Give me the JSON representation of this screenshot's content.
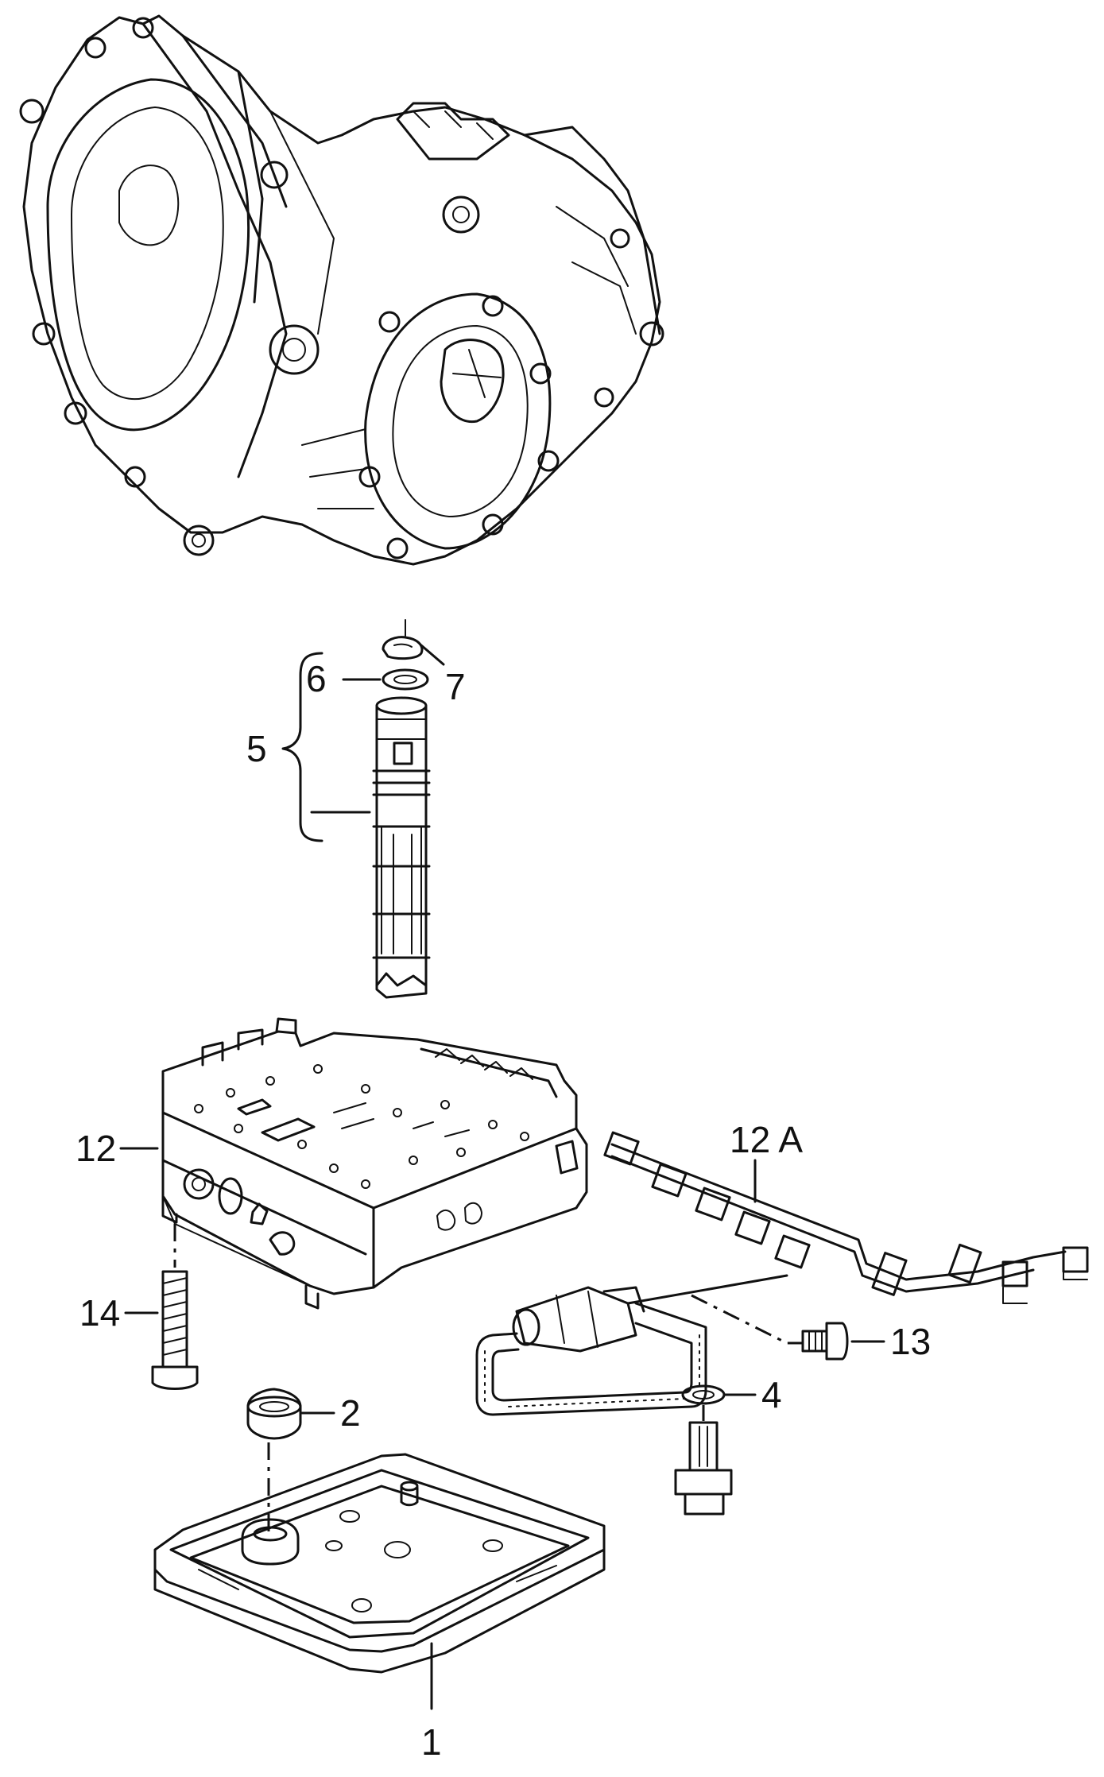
{
  "callouts": [
    {
      "id": "1",
      "label": "1"
    },
    {
      "id": "2",
      "label": "2"
    },
    {
      "id": "4",
      "label": "4"
    },
    {
      "id": "5",
      "label": "5"
    },
    {
      "id": "6",
      "label": "6"
    },
    {
      "id": "7",
      "label": "7"
    },
    {
      "id": "12",
      "label": "12"
    },
    {
      "id": "12a",
      "label": "12 A"
    },
    {
      "id": "13",
      "label": "13"
    },
    {
      "id": "14",
      "label": "14"
    }
  ],
  "colors": {
    "ink": "#111111",
    "paper": "#ffffff"
  }
}
